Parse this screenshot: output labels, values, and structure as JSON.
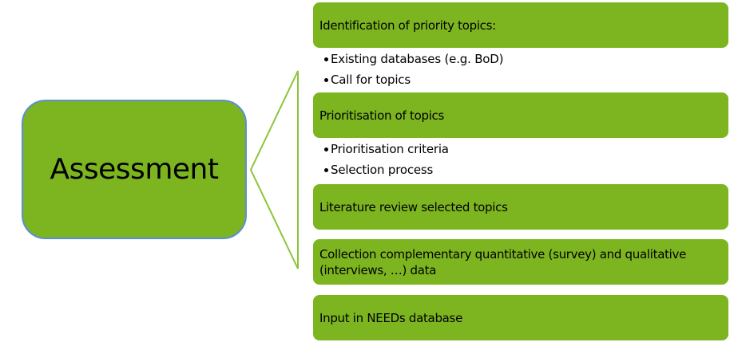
{
  "diagram": {
    "main": {
      "label": "Assessment"
    },
    "steps": [
      {
        "label": "Identification of priority topics:",
        "subitems": [
          "Existing databases (e.g. BoD)",
          "Call for topics"
        ]
      },
      {
        "label": "Prioritisation of topics",
        "subitems": [
          "Prioritisation criteria",
          "Selection process"
        ]
      },
      {
        "label": "Literature review selected topics",
        "subitems": []
      },
      {
        "label": "Collection complementary quantitative (survey) and qualitative (interviews, …) data",
        "subitems": []
      },
      {
        "label": "Input in NEEDs database",
        "subitems": []
      }
    ],
    "colors": {
      "box_fill": "#7cb51f",
      "main_border": "#5b8fd6",
      "connector": "#8cc43a"
    }
  }
}
